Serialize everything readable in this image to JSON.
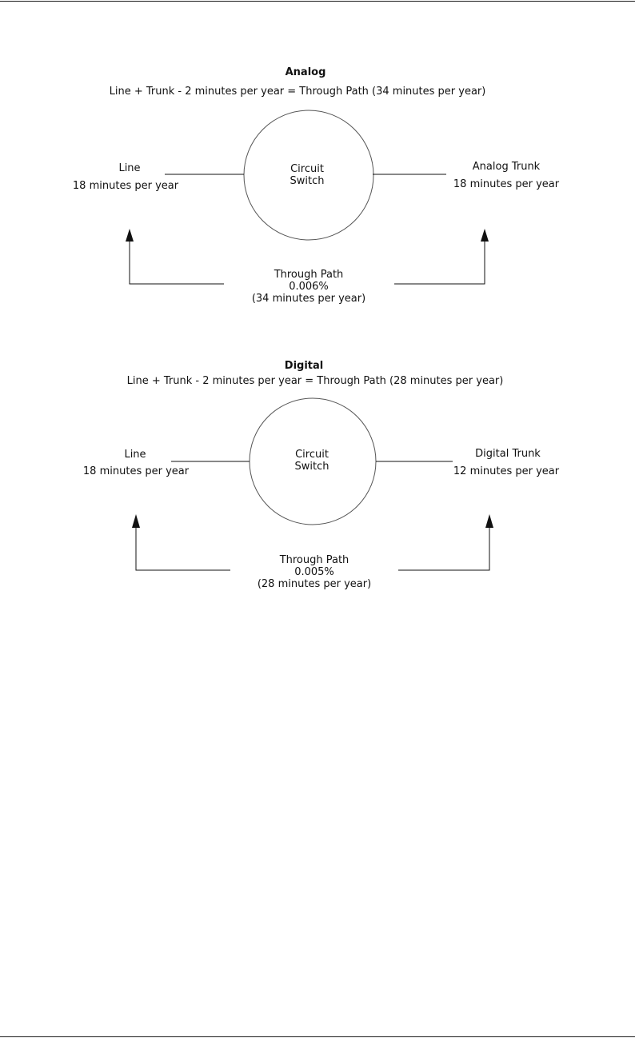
{
  "analog": {
    "title": "Analog",
    "formula": "Line + Trunk - 2 minutes per year = Through Path (34 minutes per year)",
    "switch_line1": "Circuit",
    "switch_line2": "Switch",
    "left_name": "Line",
    "left_value": "18 minutes per year",
    "right_name": "Analog Trunk",
    "right_value": "18 minutes per year",
    "path_name": "Through Path",
    "path_percent": "0.006%",
    "path_value": "(34 minutes per year)"
  },
  "digital": {
    "title": "Digital",
    "formula": "Line + Trunk - 2 minutes per year = Through Path (28 minutes per year)",
    "switch_line1": "Circuit",
    "switch_line2": "Switch",
    "left_name": "Line",
    "left_value": "18 minutes per year",
    "right_name": "Digital Trunk",
    "right_value": "12 minutes per year",
    "path_name": "Through Path",
    "path_percent": "0.005%",
    "path_value": "(28 minutes per year)"
  },
  "colors": {
    "ink": "#111111",
    "circle": "#555555",
    "rule": "#1a1a1a"
  }
}
